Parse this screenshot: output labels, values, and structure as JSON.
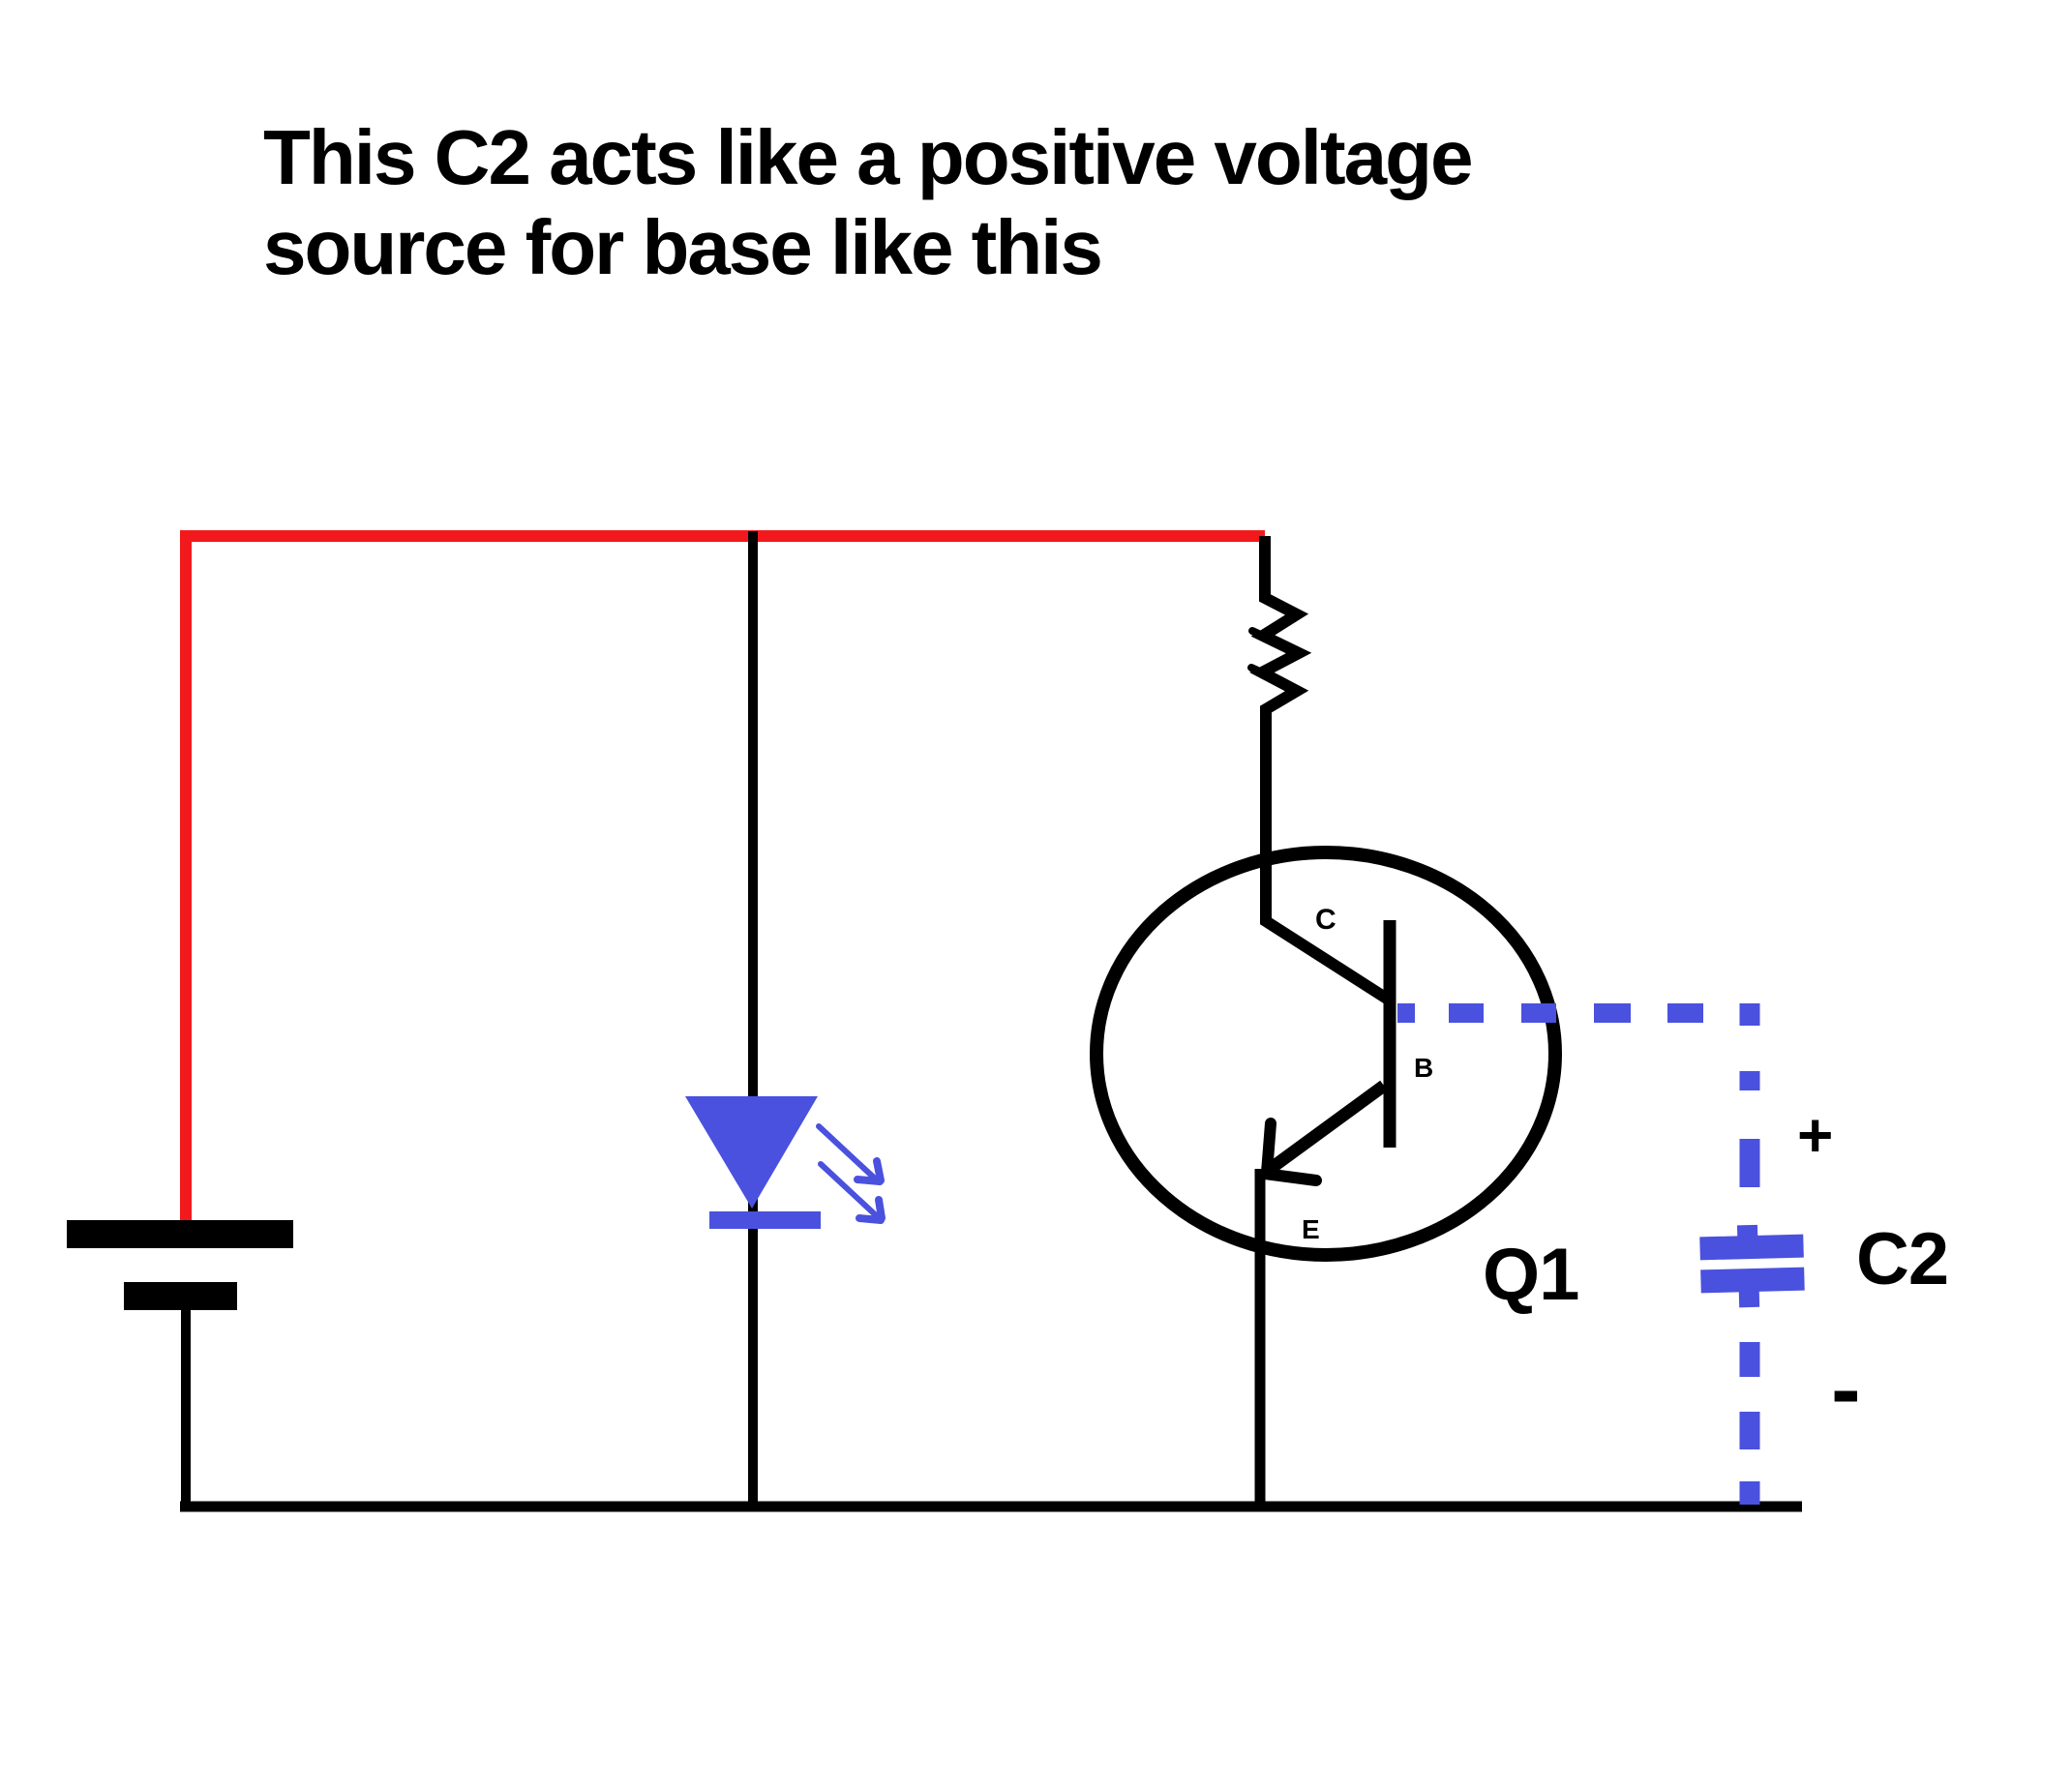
{
  "title": "This C2 acts like a positive voltage\nsource for base like this",
  "colors": {
    "wire_red": "#F2191C",
    "accent_blue": "#4A51DE",
    "ink_black": "#000000",
    "background": "#FFFFFF"
  },
  "circuit": {
    "transistor": {
      "designator": "Q1",
      "pin_labels": {
        "collector": "C",
        "base": "B",
        "emitter": "E"
      }
    },
    "capacitor": {
      "designator": "C2",
      "polarity_positive": "+",
      "polarity_negative": "-"
    }
  }
}
